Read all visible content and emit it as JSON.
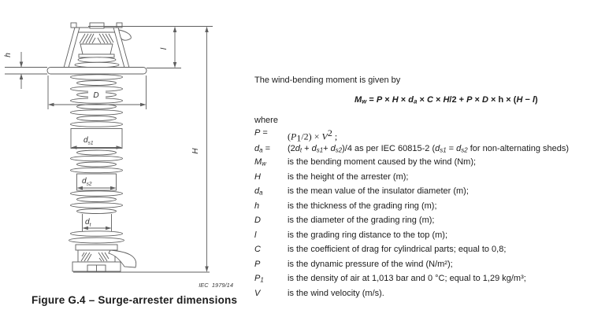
{
  "figure": {
    "caption": "Figure G.4 – Surge-arrester dimensions",
    "credit": "IEC  1979/14",
    "dim_labels": {
      "h": "h",
      "l": "l",
      "D": "D",
      "H": "H",
      "ds1": {
        "base": "d",
        "sub": "s1"
      },
      "ds2": {
        "base": "d",
        "sub": "s2"
      },
      "dt": {
        "base": "d",
        "sub": "t"
      }
    }
  },
  "content": {
    "intro": "The wind-bending moment is given by",
    "formula": [
      {
        "t": "M",
        "c": "i"
      },
      {
        "t": "w",
        "c": "s i"
      },
      {
        "t": " = "
      },
      {
        "t": "P",
        "c": "i"
      },
      {
        "t": " × "
      },
      {
        "t": "H",
        "c": "i"
      },
      {
        "t": " × "
      },
      {
        "t": "d",
        "c": "i"
      },
      {
        "t": "a",
        "c": "s i"
      },
      {
        "t": " × "
      },
      {
        "t": "C",
        "c": "i"
      },
      {
        "t": " × "
      },
      {
        "t": "H",
        "c": "i"
      },
      {
        "t": "/2 + "
      },
      {
        "t": "P",
        "c": "i"
      },
      {
        "t": " × "
      },
      {
        "t": "D",
        "c": "i"
      },
      {
        "t": " × h × ("
      },
      {
        "t": "H",
        "c": "i"
      },
      {
        "t": " − "
      },
      {
        "t": "l",
        "c": "i"
      },
      {
        "t": ")"
      }
    ],
    "where_label": "where",
    "pre_definitions": [
      {
        "symbol": [
          {
            "t": "P",
            "c": "i"
          },
          {
            "t": " ="
          }
        ],
        "body": [
          {
            "t": "(",
            "c": "f"
          },
          {
            "t": "P",
            "c": "f i"
          },
          {
            "t": "1",
            "c": "f s"
          },
          {
            "t": "/2)",
            "c": "f"
          },
          {
            "t": " × ",
            "c": "f"
          },
          {
            "t": "V",
            "c": "f i"
          },
          {
            "t": "2",
            "c": "f p"
          },
          {
            "t": " ;",
            "c": "f"
          }
        ]
      },
      {
        "symbol": [
          {
            "t": "d",
            "c": "i"
          },
          {
            "t": "a",
            "c": "s i"
          },
          {
            "t": " ="
          }
        ],
        "body": [
          {
            "t": "(2"
          },
          {
            "t": "d",
            "c": "i"
          },
          {
            "t": "t",
            "c": "s i"
          },
          {
            "t": " + "
          },
          {
            "t": "d",
            "c": "i"
          },
          {
            "t": "s1",
            "c": "s i"
          },
          {
            "t": "+ "
          },
          {
            "t": "d",
            "c": "i"
          },
          {
            "t": "s2",
            "c": "s i"
          },
          {
            "t": ")/4 as per IEC 60815-2  ("
          },
          {
            "t": "d",
            "c": "i"
          },
          {
            "t": "s1",
            "c": "s i"
          },
          {
            "t": " =  "
          },
          {
            "t": "d",
            "c": "i"
          },
          {
            "t": "s2",
            "c": "s i"
          },
          {
            "t": " for non-alternating sheds)"
          }
        ]
      }
    ],
    "definitions": [
      {
        "symbol": [
          {
            "t": "M",
            "c": "i"
          },
          {
            "t": "w",
            "c": "s i"
          }
        ],
        "description": "is the bending moment caused by the wind (Nm);"
      },
      {
        "symbol": [
          {
            "t": "H",
            "c": "i"
          }
        ],
        "description": "is the height of the arrester (m);"
      },
      {
        "symbol": [
          {
            "t": "d",
            "c": "i"
          },
          {
            "t": "a",
            "c": "s i"
          }
        ],
        "description": "is the mean value of the insulator diameter (m);"
      },
      {
        "symbol": [
          {
            "t": "h",
            "c": "i"
          }
        ],
        "description": "is the thickness of the grading ring (m);"
      },
      {
        "symbol": [
          {
            "t": "D",
            "c": "i"
          }
        ],
        "description": "is the diameter of the grading ring (m);"
      },
      {
        "symbol": [
          {
            "t": "l",
            "c": "i"
          }
        ],
        "description": "is the grading ring distance to the top (m);"
      },
      {
        "symbol": [
          {
            "t": "C",
            "c": "i"
          }
        ],
        "description": "is the coefficient of drag for cylindrical parts; equal to 0,8;"
      },
      {
        "symbol": [
          {
            "t": "P",
            "c": "i"
          }
        ],
        "description": "is the dynamic pressure of the wind (N/m²);"
      },
      {
        "symbol": [
          {
            "t": "P",
            "c": "i"
          },
          {
            "t": "1",
            "c": "s i"
          }
        ],
        "description": "is the density of air at 1,013 bar and 0 °C; equal to 1,29 kg/m³;"
      },
      {
        "symbol": [
          {
            "t": "V",
            "c": "i"
          }
        ],
        "description": "is the wind velocity (m/s)."
      }
    ]
  }
}
